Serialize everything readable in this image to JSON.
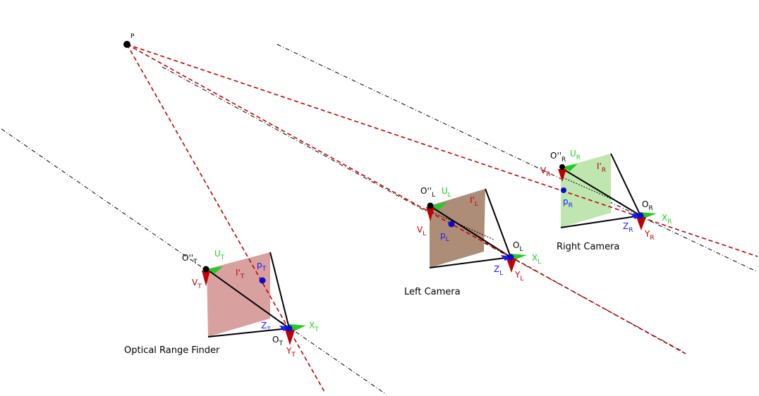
{
  "colors": {
    "ray": "#c00000",
    "axis_u": "#22cc22",
    "axis_v": "#c00000",
    "axis_z": "#1a1aff",
    "point": "#0b0bd0",
    "frame": "#000000",
    "plane_T": "#d9a0a0",
    "plane_L": "#ad8c78",
    "plane_R": "#bfe6b0"
  },
  "point_P": {
    "label": "P"
  },
  "cameras": {
    "T": {
      "caption": "Optical Range Finder",
      "origin_pp": {
        "base": "O''",
        "sub": "T"
      },
      "origin": {
        "base": "O",
        "sub": "T"
      },
      "axis_u": {
        "base": "U",
        "sub": "T"
      },
      "axis_v": {
        "base": "V",
        "sub": "T"
      },
      "axis_x": {
        "base": "X",
        "sub": "T"
      },
      "axis_y": {
        "base": "Y",
        "sub": "T"
      },
      "axis_z": {
        "base": "Z",
        "sub": "T"
      },
      "image_point": {
        "base": "p",
        "sub": "T"
      },
      "image_plane": {
        "base": "I'",
        "sub": "T"
      }
    },
    "L": {
      "caption": "Left Camera",
      "origin_pp": {
        "base": "O''",
        "sub": "L"
      },
      "origin": {
        "base": "O",
        "sub": "L"
      },
      "axis_u": {
        "base": "U",
        "sub": "L"
      },
      "axis_v": {
        "base": "V",
        "sub": "L"
      },
      "axis_x": {
        "base": "X",
        "sub": "L"
      },
      "axis_y": {
        "base": "Y",
        "sub": "L"
      },
      "axis_z": {
        "base": "Z",
        "sub": "L"
      },
      "image_point": {
        "base": "p",
        "sub": "L"
      },
      "image_plane": {
        "base": "I'",
        "sub": "L"
      }
    },
    "R": {
      "caption": "Right Camera",
      "origin_pp": {
        "base": "O''",
        "sub": "R"
      },
      "origin": {
        "base": "O",
        "sub": "R"
      },
      "axis_u": {
        "base": "U",
        "sub": "R"
      },
      "axis_v": {
        "base": "V",
        "sub": "R"
      },
      "axis_x": {
        "base": "X",
        "sub": "R"
      },
      "axis_y": {
        "base": "Y",
        "sub": "R"
      },
      "axis_z": {
        "base": "Z",
        "sub": "R"
      },
      "image_point": {
        "base": "p",
        "sub": "R"
      },
      "image_plane": {
        "base": "I'",
        "sub": "R"
      }
    }
  }
}
